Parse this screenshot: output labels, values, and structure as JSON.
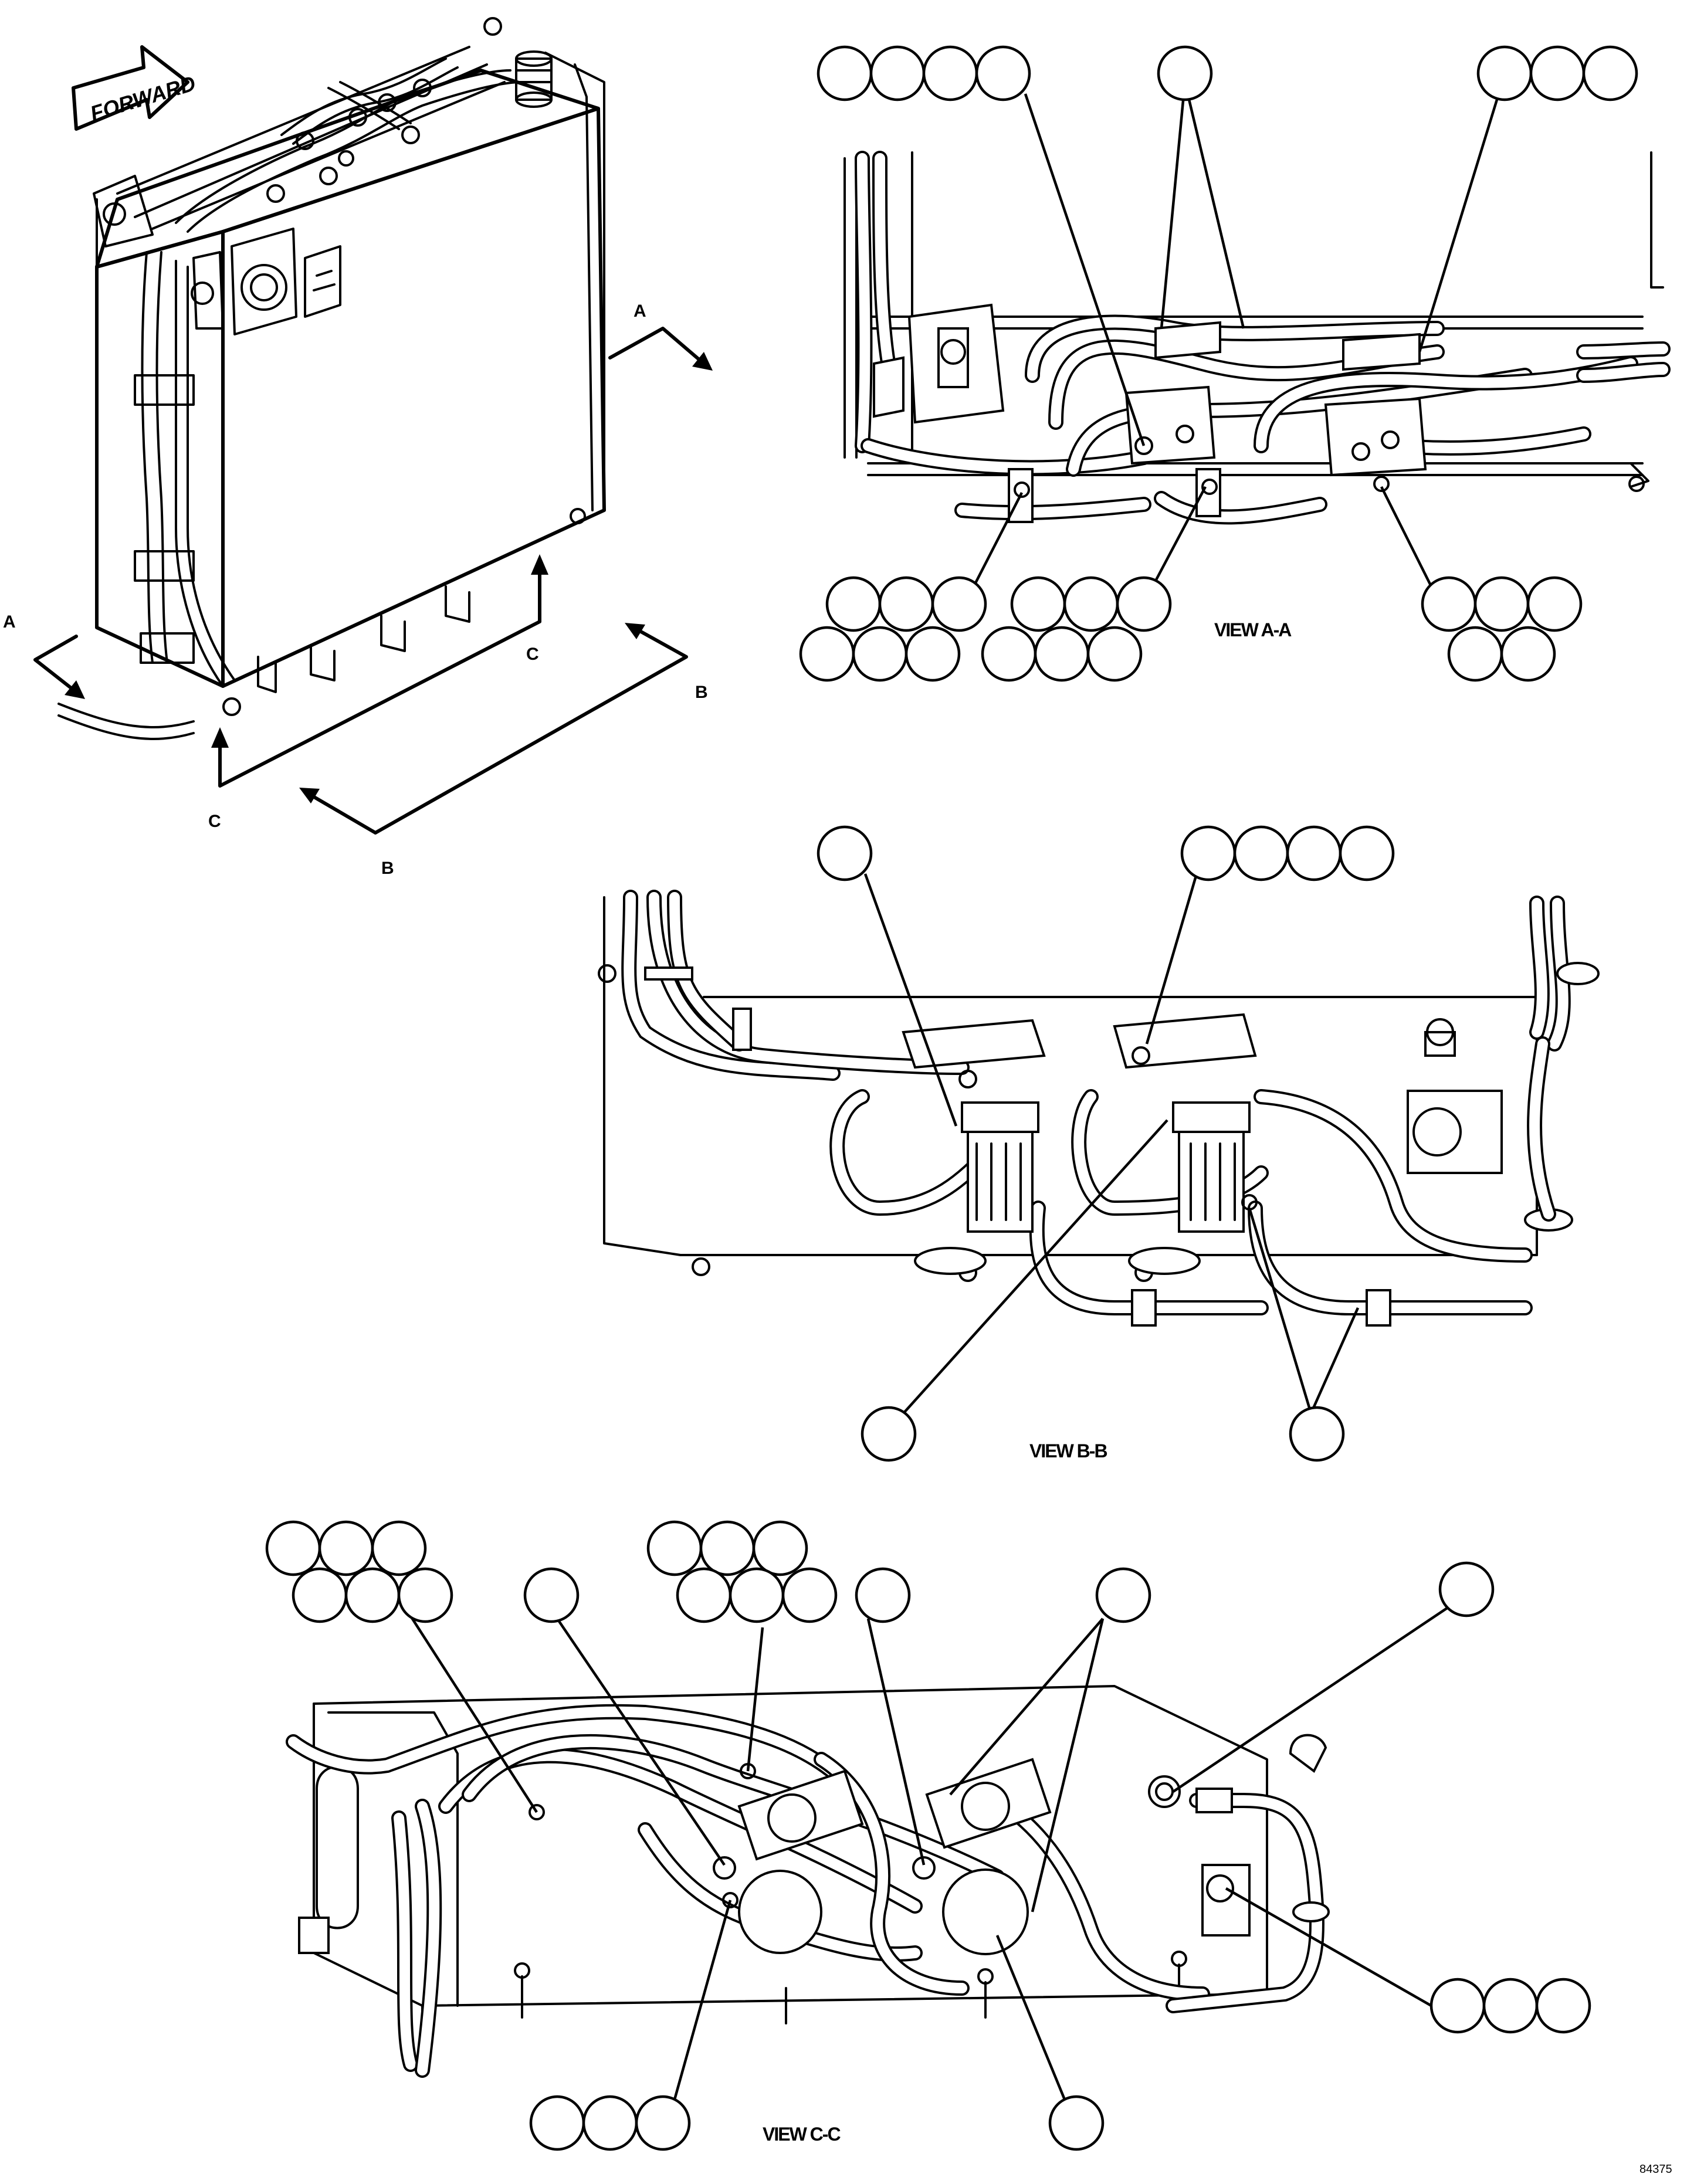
{
  "forward_label": "FORWARD",
  "section_markers": {
    "a_left": "A",
    "a_right": "A",
    "b_left": "B",
    "b_right": "B",
    "c_left": "C",
    "c_right": "C"
  },
  "view_titles": {
    "view_aa": "VIEW A-A",
    "view_bb": "VIEW B-B",
    "view_cc": "VIEW C-C"
  },
  "figure_number": "84375",
  "callout_bubbles_note": ""
}
